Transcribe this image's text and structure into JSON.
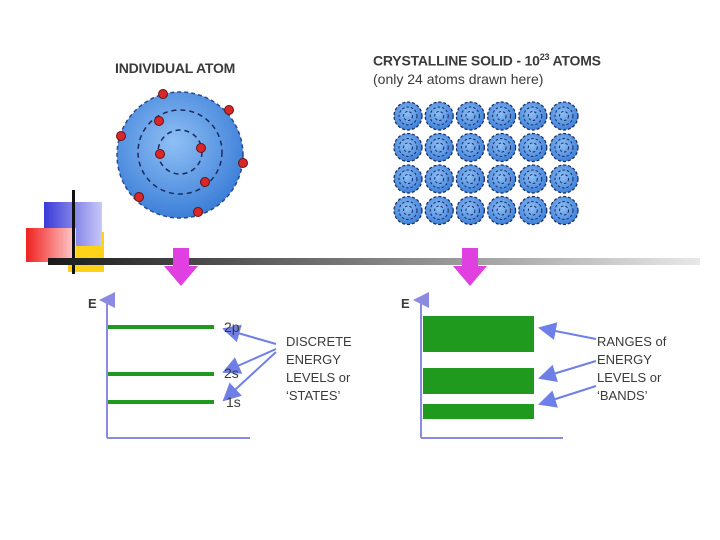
{
  "left_panel": {
    "title": "INDIVIDUAL ATOM",
    "energy_axis_label": "E",
    "levels": [
      "2p",
      "2s",
      "1s"
    ],
    "annotation": "DISCRETE\nENERGY\nLEVELS or\n‘STATES’"
  },
  "right_panel": {
    "title_prefix": "CRYSTALLINE SOLID - 10",
    "title_exponent": "23",
    "title_suffix": " ATOMS",
    "subtitle": "(only 24 atoms drawn here)",
    "energy_axis_label": "E",
    "annotation": "RANGES of\nENERGY\nLEVELS or\n‘BANDS’",
    "atom_grid": {
      "rows": 4,
      "cols": 6
    }
  },
  "colors": {
    "atom_fill": "#4a8fe0",
    "electron": "#d8282a",
    "level_green": "#1f9a1f",
    "axis_blue": "#8a8ae0",
    "arrow_magenta": "#e040e0",
    "annotation_arrow": "#6f7fe8"
  }
}
